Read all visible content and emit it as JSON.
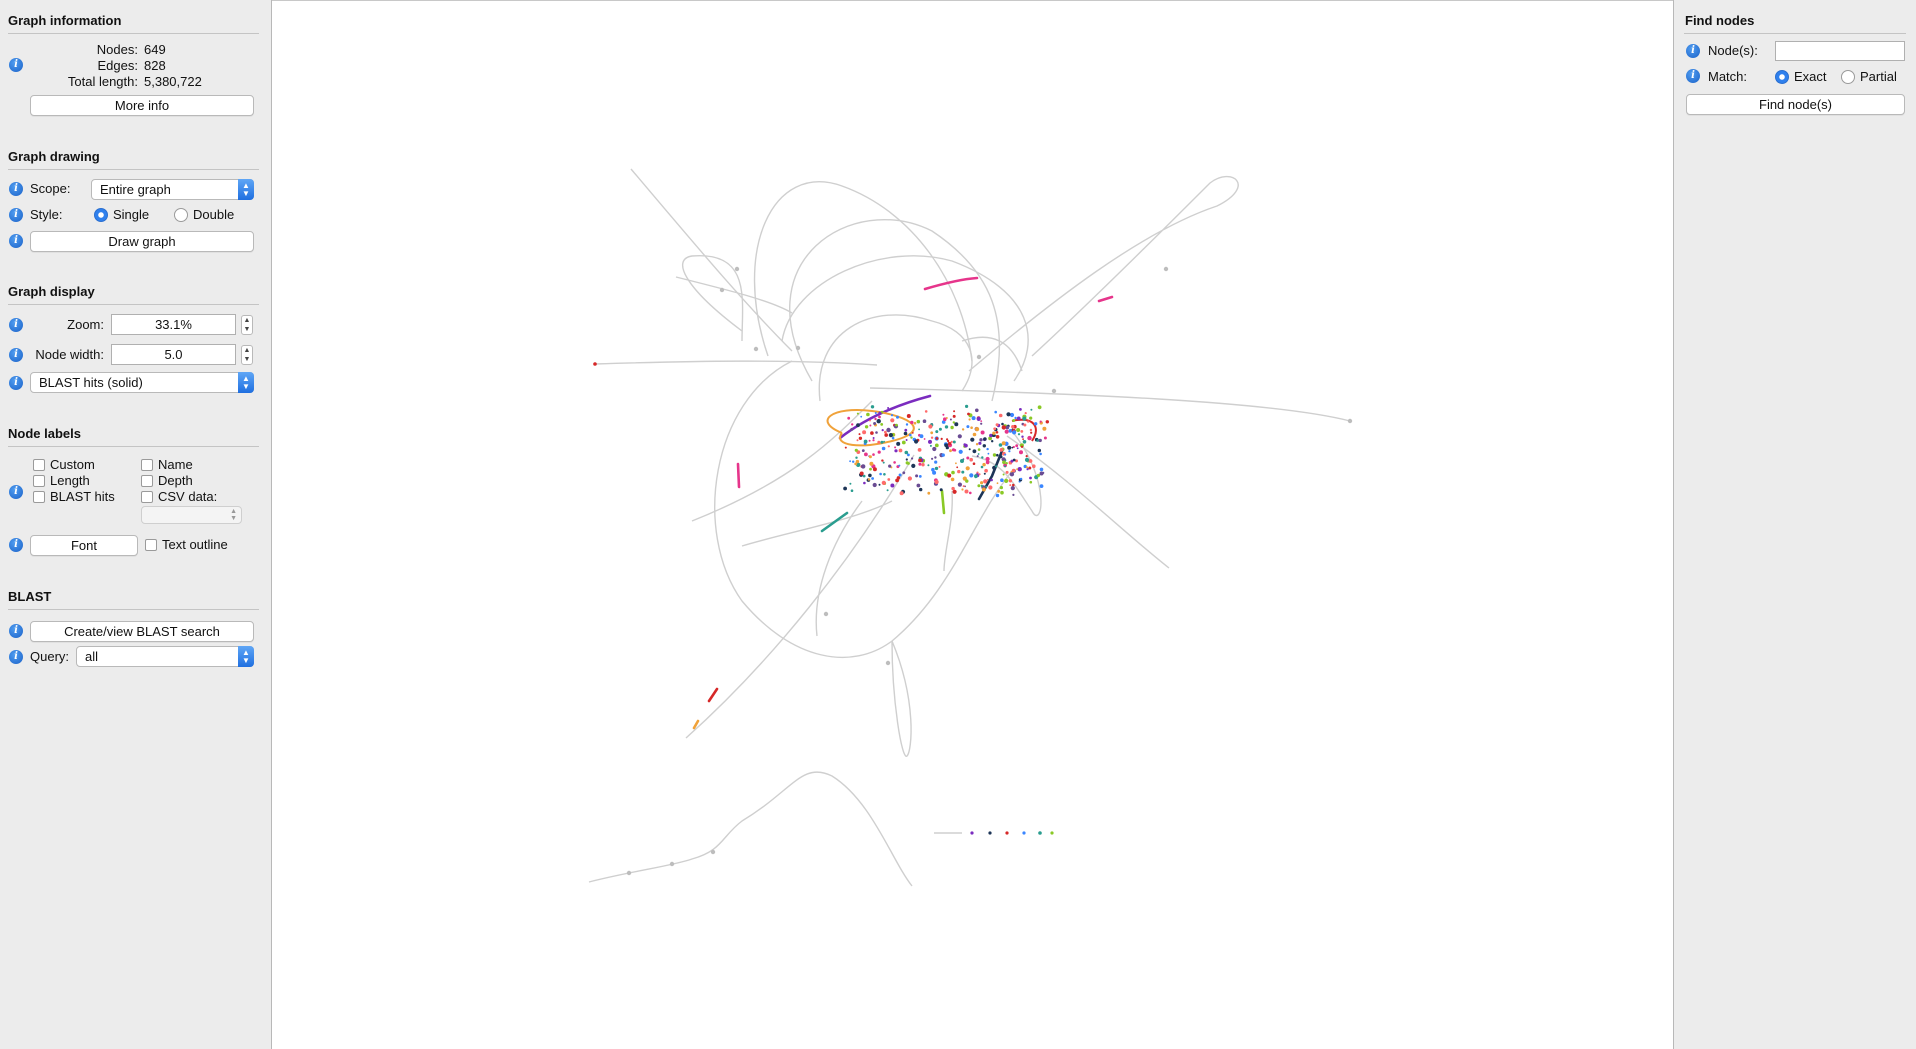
{
  "graph_information": {
    "title": "Graph information",
    "nodes_label": "Nodes:",
    "nodes_value": "649",
    "edges_label": "Edges:",
    "edges_value": "828",
    "total_length_label": "Total length:",
    "total_length_value": "5,380,722",
    "more_info_label": "More info"
  },
  "graph_drawing": {
    "title": "Graph drawing",
    "scope_label": "Scope:",
    "scope_value": "Entire graph",
    "style_label": "Style:",
    "style_single": "Single",
    "style_double": "Double",
    "style_selected": "Single",
    "draw_graph_label": "Draw graph"
  },
  "graph_display": {
    "title": "Graph display",
    "zoom_label": "Zoom:",
    "zoom_value": "33.1%",
    "node_width_label": "Node width:",
    "node_width_value": "5.0",
    "color_scheme_value": "BLAST hits (solid)"
  },
  "node_labels": {
    "title": "Node labels",
    "custom": "Custom",
    "length": "Length",
    "blast_hits": "BLAST hits",
    "name": "Name",
    "depth": "Depth",
    "csv_data": "CSV data:",
    "csv_value": "",
    "font_label": "Font",
    "text_outline": "Text outline"
  },
  "blast": {
    "title": "BLAST",
    "create_view_label": "Create/view BLAST search",
    "query_label": "Query:",
    "query_value": "all"
  },
  "find_nodes": {
    "title": "Find nodes",
    "nodes_label": "Node(s):",
    "nodes_value": "",
    "match_label": "Match:",
    "match_exact": "Exact",
    "match_partial": "Partial",
    "match_selected": "Exact",
    "find_button_label": "Find node(s)"
  },
  "colors": {
    "accent": "#2f80ed",
    "edge_gray": "#cfcfcf",
    "hit_colors": [
      "#e6358b",
      "#f0a23a",
      "#2a9d8f",
      "#7b2cbf",
      "#d62828",
      "#3a86ff",
      "#8ac926",
      "#1d3557",
      "#ff6b6b",
      "#6a4c93"
    ]
  }
}
